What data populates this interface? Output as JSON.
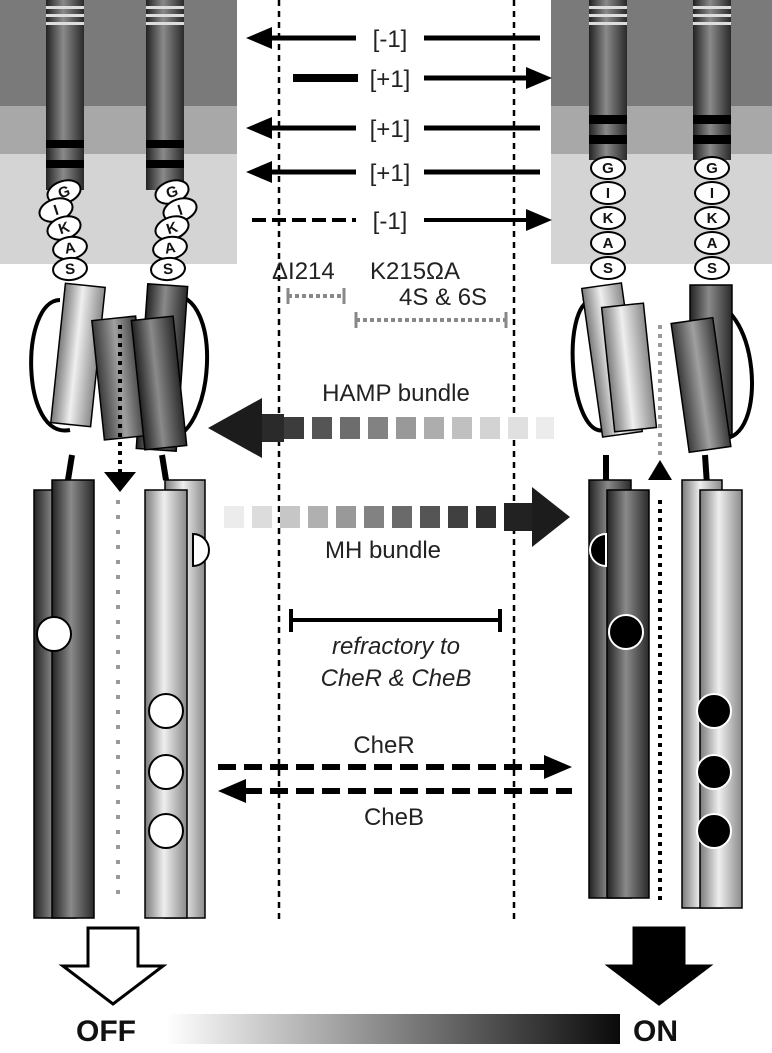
{
  "arrows": [
    {
      "label": "[-1]",
      "direction": "left",
      "style": "solid"
    },
    {
      "label": "[+1]",
      "direction": "right",
      "style": "solid"
    },
    {
      "label": "[+1]",
      "direction": "left",
      "style": "solid"
    },
    {
      "label": "[+1]",
      "direction": "left",
      "style": "solid"
    },
    {
      "label": "[-1]",
      "direction": "right",
      "style": "dashed"
    }
  ],
  "mutants": {
    "delta": "ΔI214",
    "k215": "K215ΩA",
    "sixs": "4S & 6S"
  },
  "hamp_label": "HAMP bundle",
  "mh_label": "MH bundle",
  "refractory": {
    "line1": "refractory to",
    "line2": "CheR & CheB"
  },
  "cher_label": "CheR",
  "cheb_label": "CheB",
  "residues_left": [
    "G",
    "I",
    "K",
    "A",
    "S"
  ],
  "residues_right": [
    "G",
    "I",
    "K",
    "A",
    "S"
  ],
  "state_off": "OFF",
  "state_on": "ON",
  "colors": {
    "band_dark": "#7a7a7a",
    "band_mid": "#a8a8a8",
    "band_light": "#d2d2d2",
    "ink": "#111111"
  }
}
